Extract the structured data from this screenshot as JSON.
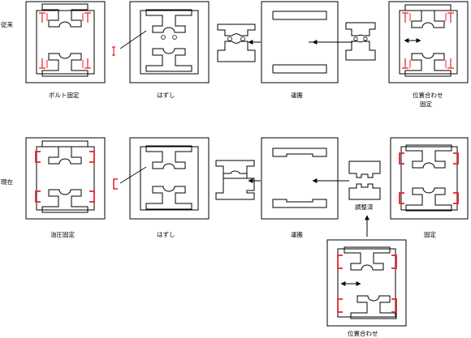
{
  "rows": {
    "conventional": "従来",
    "current": "現在"
  },
  "captions": {
    "top_bolt_fix": "ボルト固定",
    "top_remove": "はずし",
    "top_transport": "運搬",
    "top_position_line1": "位置合わせ",
    "top_position_line2": "固定",
    "bottom_hydraulic_fix": "油圧固定",
    "bottom_remove": "はずし",
    "bottom_transport": "運搬",
    "bottom_fix": "固定",
    "bottom_adjusted": "調整済",
    "bottom_position": "位置合わせ"
  },
  "colors": {
    "line": "#000000",
    "clamp": "#e8202a"
  }
}
